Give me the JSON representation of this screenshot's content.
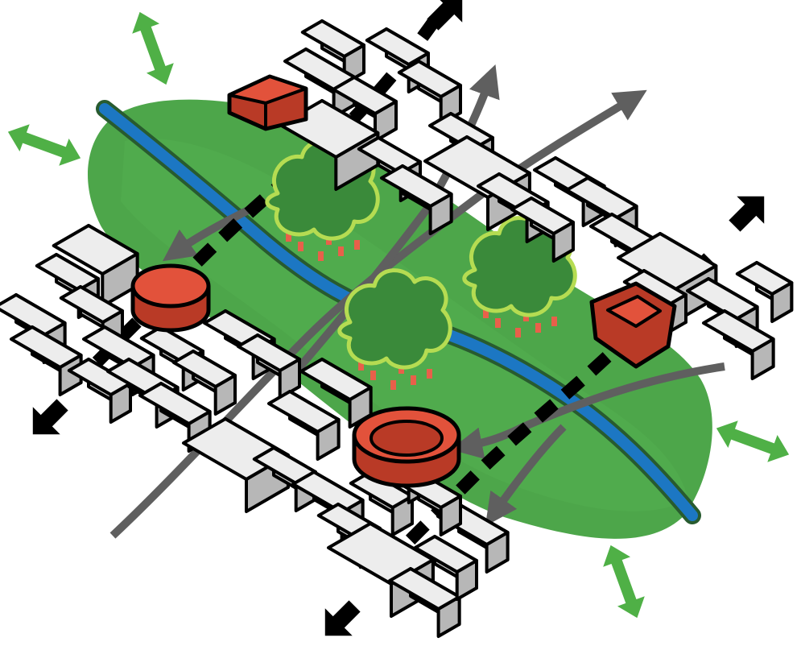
{
  "diagram": {
    "type": "isometric-urban-plan",
    "text_labels": [],
    "icons": [
      "green-space-icon",
      "river-icon",
      "tree-cluster-icon",
      "building-block-icon",
      "civic-landmark-icon",
      "green-exchange-arrow-icon",
      "outward-expansion-arrow-icon",
      "movement-arrow-icon",
      "dashed-axis-icon"
    ],
    "colors": {
      "park": "#4da64a",
      "park_dark": "#3d8a3c",
      "river": "#1c77c3",
      "tree": "#3a8a3a",
      "tree_outline": "#b5dc52",
      "trunk": "#e8604a",
      "building_top": "#ededed",
      "building_side_left": "#cfcfcf",
      "building_side_right": "#b7b7b7",
      "landmark": "#e2523b",
      "landmark_dark": "#b93a26",
      "green_arrow": "#4fb046",
      "black_arrow": "#000000",
      "grey_arrow": "#5f5f5f",
      "outline": "#000000"
    },
    "counts": {
      "trees": 3,
      "landmarks": 4,
      "green_arrows": 4,
      "black_arrows": 4,
      "grey_arrows": 6,
      "dashed_axes": 2
    }
  }
}
